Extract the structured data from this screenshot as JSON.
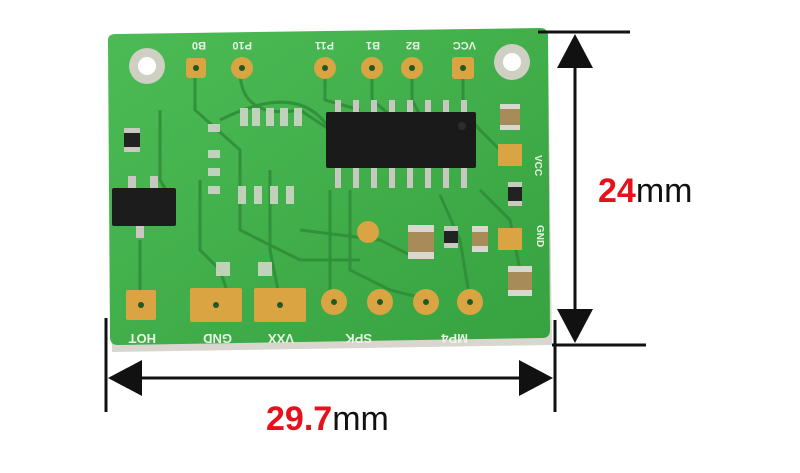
{
  "dimensions": {
    "height": {
      "value": "24",
      "unit": "mm"
    },
    "width": {
      "value": "29.7",
      "unit": "mm"
    }
  },
  "colors": {
    "accent": "#e8101a",
    "pcb_green": "#3cae4a",
    "pad_gold": "#d9a441",
    "ink": "#111111"
  },
  "board": {
    "top_labels": [
      "B0",
      "P10",
      "P11",
      "B1",
      "B2",
      "VCC"
    ],
    "bottom_labels": [
      "HOT",
      "GND",
      "VXX",
      "SPK",
      "MP4"
    ],
    "side_labels": [
      "VCC",
      "GND"
    ]
  }
}
